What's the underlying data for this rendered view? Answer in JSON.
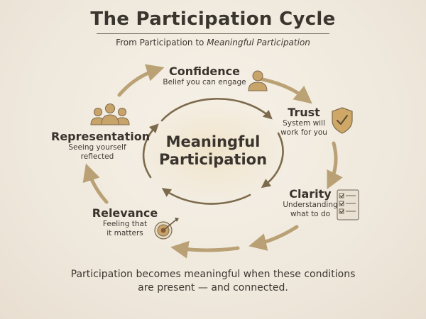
{
  "title": "The Participation Cycle",
  "subtitle": {
    "prefix": "From Participation to ",
    "emphasis": "Meaningful Participation"
  },
  "center": {
    "line1": "Meaningful",
    "line2": "Participation"
  },
  "stages": [
    {
      "id": "confidence",
      "title": "Confidence",
      "desc1": "Belief you can engage",
      "desc2": "",
      "icon": "person-icon"
    },
    {
      "id": "trust",
      "title": "Trust",
      "desc1": "System will",
      "desc2": "work for you",
      "icon": "shield-check-icon"
    },
    {
      "id": "clarity",
      "title": "Clarity",
      "desc1": "Understanding",
      "desc2": "what to do",
      "icon": "checklist-icon"
    },
    {
      "id": "relevance",
      "title": "Relevance",
      "desc1": "Feeling that",
      "desc2": "it matters",
      "icon": "target-icon"
    },
    {
      "id": "representation",
      "title": "Representation",
      "desc1": "Seeing yourself",
      "desc2": "reflected",
      "icon": "group-icon"
    }
  ],
  "footer": {
    "line1": "Participation becomes meaningful when these conditions",
    "line2": "are present — and connected."
  },
  "colors": {
    "arrow": "#b49a6a",
    "icon_fill": "#c9a46a",
    "text": "#3b3630",
    "background": "#f1ebe0"
  }
}
